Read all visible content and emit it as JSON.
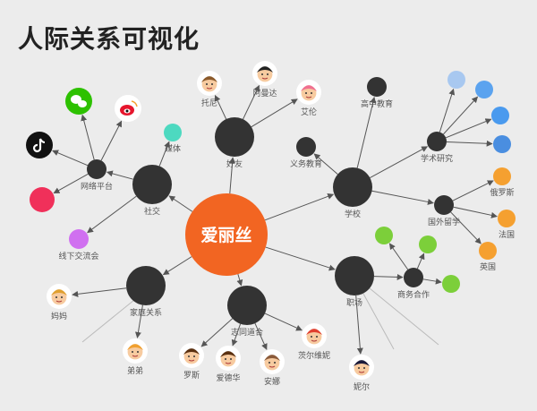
{
  "title": "人际关系可视化",
  "nodes": [
    {
      "id": "alice",
      "label": "爱丽丝",
      "kind": "center",
      "color": "#F26522"
    },
    {
      "id": "social",
      "label": "社交",
      "kind": "hub",
      "color": "#333333"
    },
    {
      "id": "online",
      "label": "网络平台",
      "kind": "sub",
      "color": "#333333"
    },
    {
      "id": "media",
      "label": "媒体",
      "kind": "leaf",
      "color": "#4DD9C0"
    },
    {
      "id": "wechat",
      "label": "",
      "kind": "wechat",
      "color": "#2DC100"
    },
    {
      "id": "weibo",
      "label": "",
      "kind": "weibo",
      "color": "#E6162D"
    },
    {
      "id": "tiktok",
      "label": "",
      "kind": "tiktok",
      "color": "#111111"
    },
    {
      "id": "redapp",
      "label": "",
      "kind": "leaf",
      "color": "#F0305A"
    },
    {
      "id": "offline",
      "label": "线下交流会",
      "kind": "leaf",
      "color": "#D070F0"
    },
    {
      "id": "friends",
      "label": "好友",
      "kind": "hub",
      "color": "#333333"
    },
    {
      "id": "tony",
      "label": "托尼",
      "kind": "avatar",
      "color": "#8B5A2B"
    },
    {
      "id": "amanda",
      "label": "阿曼达",
      "kind": "avatar",
      "color": "#222222"
    },
    {
      "id": "allen",
      "label": "艾伦",
      "kind": "avatar",
      "color": "#F07090"
    },
    {
      "id": "school",
      "label": "学校",
      "kind": "hub",
      "color": "#333333"
    },
    {
      "id": "compulsory",
      "label": "义务教育",
      "kind": "sub",
      "color": "#333333"
    },
    {
      "id": "highschool",
      "label": "高中教育",
      "kind": "sub",
      "color": "#333333"
    },
    {
      "id": "research",
      "label": "学术研究",
      "kind": "sub",
      "color": "#333333"
    },
    {
      "id": "b1",
      "label": "",
      "kind": "leaf",
      "color": "#A8C8F0"
    },
    {
      "id": "b2",
      "label": "",
      "kind": "leaf",
      "color": "#5BA3EF"
    },
    {
      "id": "b3",
      "label": "",
      "kind": "leaf",
      "color": "#4A9AEE"
    },
    {
      "id": "b4",
      "label": "",
      "kind": "leaf",
      "color": "#4A8EE0"
    },
    {
      "id": "abroad",
      "label": "国外留学",
      "kind": "sub",
      "color": "#333333"
    },
    {
      "id": "russia",
      "label": "俄罗斯",
      "kind": "leaf",
      "color": "#F5A030"
    },
    {
      "id": "france",
      "label": "法国",
      "kind": "leaf",
      "color": "#F5A030"
    },
    {
      "id": "uk",
      "label": "英国",
      "kind": "leaf",
      "color": "#F5A030"
    },
    {
      "id": "work",
      "label": "职场",
      "kind": "hub",
      "color": "#333333"
    },
    {
      "id": "business",
      "label": "商务合作",
      "kind": "sub",
      "color": "#333333"
    },
    {
      "id": "g1",
      "label": "",
      "kind": "leaf",
      "color": "#7CCF3A"
    },
    {
      "id": "g2",
      "label": "",
      "kind": "leaf",
      "color": "#7CCF3A"
    },
    {
      "id": "g3",
      "label": "",
      "kind": "leaf",
      "color": "#7CCF3A"
    },
    {
      "id": "neil",
      "label": "妮尔",
      "kind": "avatar",
      "color": "#1a1a3a"
    },
    {
      "id": "family",
      "label": "家庭关系",
      "kind": "hub",
      "color": "#333333"
    },
    {
      "id": "mom",
      "label": "妈妈",
      "kind": "avatar",
      "color": "#E0A030"
    },
    {
      "id": "brother",
      "label": "弟弟",
      "kind": "avatar",
      "color": "#F0A030"
    },
    {
      "id": "likeminded",
      "label": "志同道合",
      "kind": "hub",
      "color": "#333333"
    },
    {
      "id": "ross",
      "label": "罗斯",
      "kind": "avatar",
      "color": "#5a3010"
    },
    {
      "id": "edward",
      "label": "爱德华",
      "kind": "avatar",
      "color": "#5a3010"
    },
    {
      "id": "anna",
      "label": "安娜",
      "kind": "avatar",
      "color": "#8a5a3a"
    },
    {
      "id": "cindy",
      "label": "茨尔维妮",
      "kind": "avatar",
      "color": "#E04030"
    }
  ],
  "edges": [
    [
      "alice",
      "social"
    ],
    [
      "alice",
      "friends"
    ],
    [
      "alice",
      "school"
    ],
    [
      "alice",
      "work"
    ],
    [
      "alice",
      "family"
    ],
    [
      "alice",
      "likeminded"
    ],
    [
      "social",
      "online"
    ],
    [
      "social",
      "media"
    ],
    [
      "social",
      "offline"
    ],
    [
      "online",
      "wechat"
    ],
    [
      "online",
      "weibo"
    ],
    [
      "online",
      "tiktok"
    ],
    [
      "online",
      "redapp"
    ],
    [
      "friends",
      "tony"
    ],
    [
      "friends",
      "amanda"
    ],
    [
      "friends",
      "allen"
    ],
    [
      "school",
      "compulsory"
    ],
    [
      "school",
      "highschool"
    ],
    [
      "school",
      "research"
    ],
    [
      "school",
      "abroad"
    ],
    [
      "research",
      "b1"
    ],
    [
      "research",
      "b2"
    ],
    [
      "research",
      "b3"
    ],
    [
      "research",
      "b4"
    ],
    [
      "abroad",
      "russia"
    ],
    [
      "abroad",
      "france"
    ],
    [
      "abroad",
      "uk"
    ],
    [
      "work",
      "business"
    ],
    [
      "work",
      "neil"
    ],
    [
      "business",
      "g1"
    ],
    [
      "business",
      "g2"
    ],
    [
      "business",
      "g3"
    ],
    [
      "family",
      "mom"
    ],
    [
      "family",
      "brother"
    ],
    [
      "likeminded",
      "ross"
    ],
    [
      "likeminded",
      "edward"
    ],
    [
      "likeminded",
      "anna"
    ],
    [
      "likeminded",
      "cindy"
    ]
  ]
}
